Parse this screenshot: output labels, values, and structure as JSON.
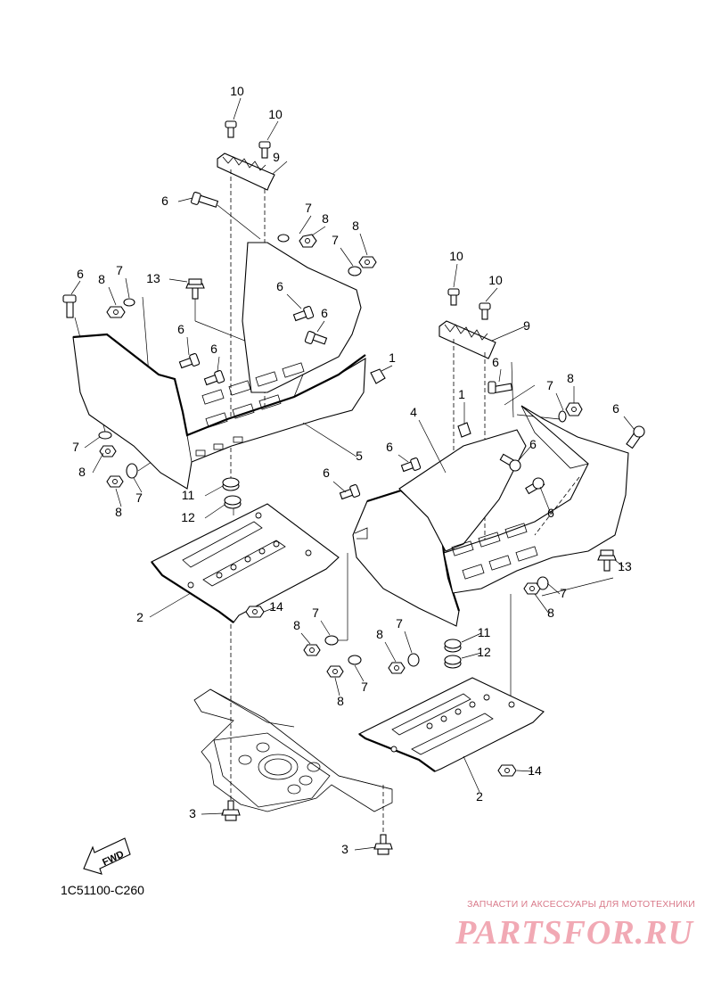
{
  "diagram": {
    "code": "1C51100-C260",
    "fwd_label": "FWD",
    "watermark": {
      "caption": "ЗАПЧАСТИ И АКСЕССУАРЫ ДЛЯ МОТОТЕХНИКИ",
      "logo": "PARTSFOR.RU"
    },
    "callouts": [
      {
        "id": "c-10-a",
        "label": "10"
      },
      {
        "id": "c-10-b",
        "label": "10"
      },
      {
        "id": "c-9-a",
        "label": "9"
      },
      {
        "id": "c-6-a",
        "label": "6"
      },
      {
        "id": "c-7-a",
        "label": "7"
      },
      {
        "id": "c-8-a",
        "label": "8"
      },
      {
        "id": "c-8-b",
        "label": "8"
      },
      {
        "id": "c-7-b",
        "label": "7"
      },
      {
        "id": "c-6-b",
        "label": "6"
      },
      {
        "id": "c-8-c",
        "label": "8"
      },
      {
        "id": "c-7-c",
        "label": "7"
      },
      {
        "id": "c-13-a",
        "label": "13"
      },
      {
        "id": "c-6-c",
        "label": "6"
      },
      {
        "id": "c-6-d",
        "label": "6"
      },
      {
        "id": "c-6-e",
        "label": "6"
      },
      {
        "id": "c-6-f",
        "label": "6"
      },
      {
        "id": "c-1-a",
        "label": "1"
      },
      {
        "id": "c-7-d",
        "label": "7"
      },
      {
        "id": "c-8-d",
        "label": "8"
      },
      {
        "id": "c-7-e",
        "label": "7"
      },
      {
        "id": "c-8-e",
        "label": "8"
      },
      {
        "id": "c-5",
        "label": "5"
      },
      {
        "id": "c-11-a",
        "label": "11"
      },
      {
        "id": "c-12-a",
        "label": "12"
      },
      {
        "id": "c-2-a",
        "label": "2"
      },
      {
        "id": "c-14-a",
        "label": "14"
      },
      {
        "id": "c-10-c",
        "label": "10"
      },
      {
        "id": "c-10-d",
        "label": "10"
      },
      {
        "id": "c-9-b",
        "label": "9"
      },
      {
        "id": "c-6-g",
        "label": "6"
      },
      {
        "id": "c-7-f",
        "label": "7"
      },
      {
        "id": "c-8-f",
        "label": "8"
      },
      {
        "id": "c-6-h",
        "label": "6"
      },
      {
        "id": "c-1-b",
        "label": "1"
      },
      {
        "id": "c-4",
        "label": "4"
      },
      {
        "id": "c-6-i",
        "label": "6"
      },
      {
        "id": "c-6-j",
        "label": "6"
      },
      {
        "id": "c-6-k",
        "label": "6"
      },
      {
        "id": "c-6-l",
        "label": "6"
      },
      {
        "id": "c-13-b",
        "label": "13"
      },
      {
        "id": "c-7-g",
        "label": "7"
      },
      {
        "id": "c-8-g",
        "label": "8"
      },
      {
        "id": "c-8-h",
        "label": "8"
      },
      {
        "id": "c-7-h",
        "label": "7"
      },
      {
        "id": "c-8-i",
        "label": "8"
      },
      {
        "id": "c-7-i",
        "label": "7"
      },
      {
        "id": "c-7-j",
        "label": "7"
      },
      {
        "id": "c-8-j",
        "label": "8"
      },
      {
        "id": "c-11-b",
        "label": "11"
      },
      {
        "id": "c-12-b",
        "label": "12"
      },
      {
        "id": "c-2-b",
        "label": "2"
      },
      {
        "id": "c-14-b",
        "label": "14"
      },
      {
        "id": "c-3-a",
        "label": "3"
      },
      {
        "id": "c-3-b",
        "label": "3"
      }
    ]
  }
}
